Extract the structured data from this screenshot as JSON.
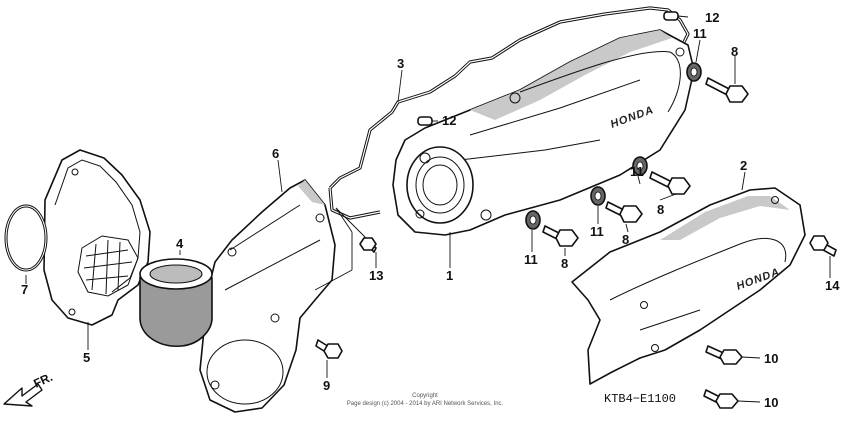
{
  "diagram": {
    "brand_marks": [
      "HONDA",
      "HONDA"
    ],
    "direction_label": "FR.",
    "reference_code": "KTB4−E1100",
    "copyright_line1": "Copyright",
    "copyright_line2": "Page design (c) 2004 - 2014 by ARI Network Services, Inc.",
    "callouts": {
      "c1": "1",
      "c2": "2",
      "c3": "3",
      "c4": "4",
      "c5": "5",
      "c6": "6",
      "c7": "7",
      "c8a": "8",
      "c8b": "8",
      "c8c": "8",
      "c8d": "8",
      "c9": "9",
      "c10a": "10",
      "c10b": "10",
      "c11a": "11",
      "c11b": "11",
      "c11c": "11",
      "c11d": "11",
      "c12a": "12",
      "c12b": "12",
      "c13": "13",
      "c14": "14"
    }
  }
}
